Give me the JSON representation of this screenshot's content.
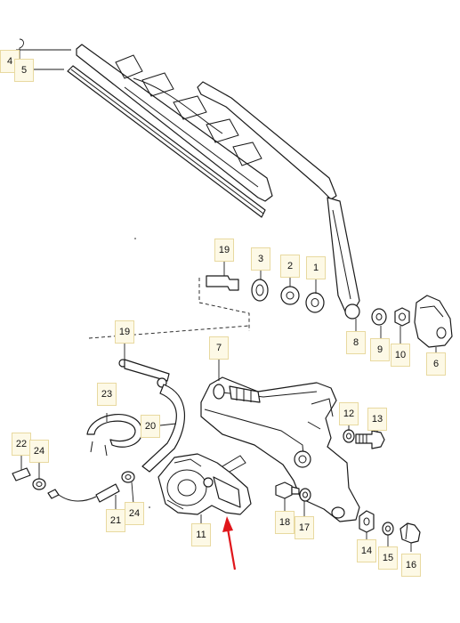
{
  "diagram": {
    "callouts": [
      {
        "id": "4",
        "label": "4"
      },
      {
        "id": "5",
        "label": "5"
      },
      {
        "id": "19a",
        "label": "19"
      },
      {
        "id": "3",
        "label": "3"
      },
      {
        "id": "2",
        "label": "2"
      },
      {
        "id": "1",
        "label": "1"
      },
      {
        "id": "8",
        "label": "8"
      },
      {
        "id": "9",
        "label": "9"
      },
      {
        "id": "10",
        "label": "10"
      },
      {
        "id": "6",
        "label": "6"
      },
      {
        "id": "19b",
        "label": "19"
      },
      {
        "id": "7",
        "label": "7"
      },
      {
        "id": "23",
        "label": "23"
      },
      {
        "id": "20",
        "label": "20"
      },
      {
        "id": "12",
        "label": "12"
      },
      {
        "id": "13",
        "label": "13"
      },
      {
        "id": "22",
        "label": "22"
      },
      {
        "id": "24a",
        "label": "24"
      },
      {
        "id": "21",
        "label": "21"
      },
      {
        "id": "24b",
        "label": "24"
      },
      {
        "id": "11",
        "label": "11"
      },
      {
        "id": "18",
        "label": "18"
      },
      {
        "id": "17",
        "label": "17"
      },
      {
        "id": "14",
        "label": "14"
      },
      {
        "id": "15",
        "label": "15"
      },
      {
        "id": "16",
        "label": "16"
      }
    ],
    "colors": {
      "line": "#1a1a1a",
      "callout_fill": "#fdf9e6",
      "callout_border": "#e8d9a0",
      "highlight_arrow": "#e0161b"
    },
    "highlight": {
      "target": "11",
      "marker": "red-arrow"
    }
  }
}
